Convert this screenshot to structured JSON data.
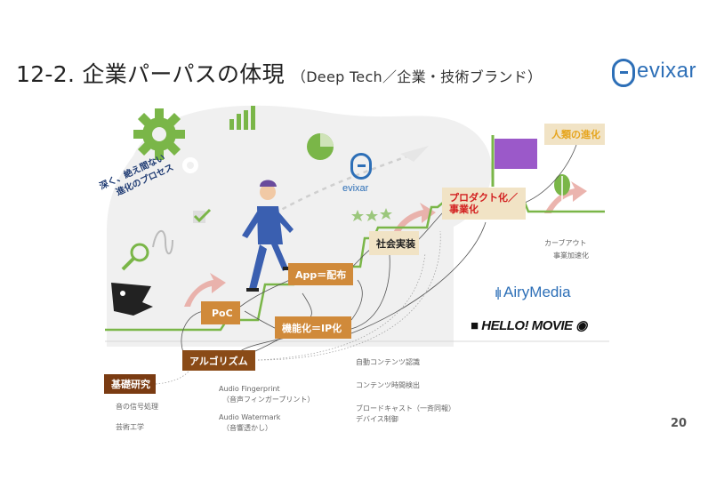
{
  "slide": {
    "title": "12-2. 企業パーパスの体現",
    "subtitle": "（Deep Tech／企業・技術ブランド）",
    "logo_text": "evixar",
    "page_number": "20"
  },
  "diagram": {
    "slogan_line1": "深く、絶え間ない",
    "slogan_line2": "進化のプロセス",
    "center_logo_text": "evixar",
    "steps": [
      {
        "label": "基礎研究",
        "color": "#7a3b12"
      },
      {
        "label": "アルゴリズム",
        "color": "#8a4b17"
      },
      {
        "label": "PoC",
        "color": "#d08a3a"
      },
      {
        "label": "機能化＝IP化",
        "color": "#d08a3a"
      },
      {
        "label": "App＝配布",
        "color": "#d08a3a"
      },
      {
        "label": "社会実装",
        "color": "#f1e3c5"
      },
      {
        "label": "プロダクト化／事業化",
        "color": "#f1e3c5"
      },
      {
        "label": "人類の進化",
        "color": "#f1e3c5"
      }
    ],
    "notes": {
      "basic_research": [
        "音の信号処理",
        "芸術工学"
      ],
      "audio_fp": [
        "Audio Fingerprint",
        "（音声フィンガープリント）"
      ],
      "audio_wm": [
        "Audio Watermark",
        "（音響透かし）"
      ],
      "auto_recognition": "自動コンテンツ認識",
      "time_detection": "コンテンツ時間検出",
      "broadcast": [
        "ブロードキャスト（一斉同報）",
        "デバイス制御"
      ],
      "carveout": [
        "カーブアウト",
        "事業加速化"
      ]
    },
    "brands": {
      "airymedia": "AiryMedia",
      "hello_movie": "HELLO! MOVIE"
    },
    "colors": {
      "step_line": "#7ab648",
      "accent_blue": "#2d6fb7",
      "arrow_pink": "#e8a7a0",
      "flag": "#9b59c9",
      "red_text": "#d21e1e",
      "gold_text": "#e6a51e"
    }
  }
}
